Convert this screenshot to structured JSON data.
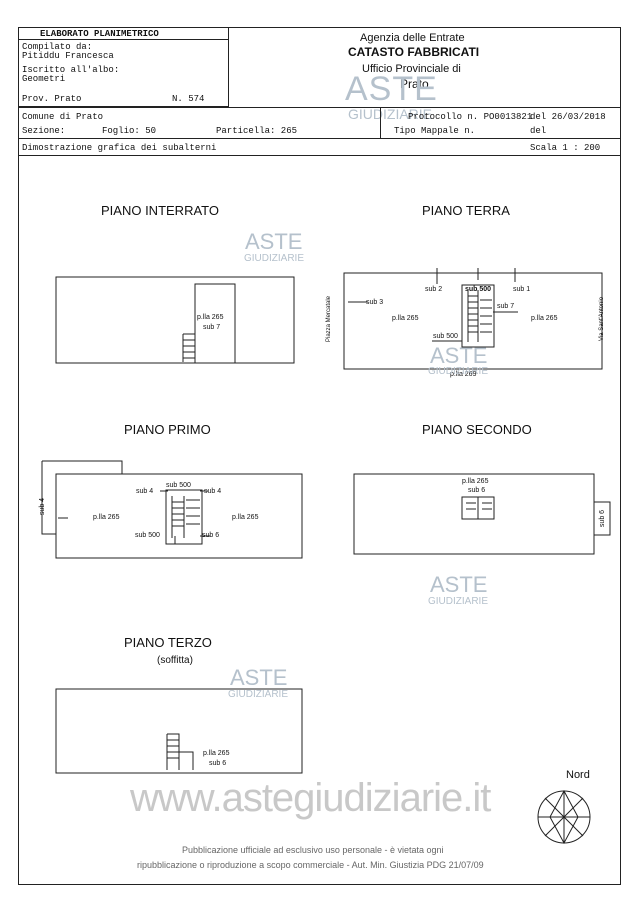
{
  "header": {
    "form_title": "ELABORATO PLANIMETRICO",
    "compiled_by_label": "Compilato da:",
    "compiled_by": "Pitiddu Francesca",
    "registered_label": "Iscritto all'albo:",
    "profession": "Geometri",
    "province": "Prov. Prato",
    "number": "N. 574",
    "agency": "Agenzia delle Entrate",
    "catasto": "CATASTO FABBRICATI",
    "office": "Ufficio Provinciale di",
    "office_city": "Prato"
  },
  "info": {
    "comune": "Comune di Prato",
    "sezione_label": "Sezione:",
    "foglio": "Foglio: 50",
    "particella": "Particella: 265",
    "protocollo": "Protocollo n. PO0013821",
    "protocollo_date": "del 26/03/2018",
    "tipo_mappale": "Tipo Mappale n.",
    "tipo_del": "del",
    "dimostrazione": "Dimostrazione grafica dei subalterni",
    "scala": "Scala 1 : 200"
  },
  "floors": {
    "interrato": {
      "title": "PIANO INTERRATO",
      "label_plla": "p.lla 265",
      "label_sub": "sub 7"
    },
    "terra": {
      "title": "PIANO TERRA",
      "sub2": "sub 2",
      "sub500_top": "sub 500",
      "sub1": "sub 1",
      "sub3": "sub 3",
      "sub7": "sub 7",
      "plla_left": "p.lla 265",
      "plla_right": "p.lla 265",
      "sub500_bottom": "sub 500",
      "plla269": "p.lla 269",
      "street_left": "Piazza Mercatale",
      "street_right": "Via Sant'Antonio"
    },
    "primo": {
      "title": "PIANO PRIMO",
      "sub4_side": "sub 4",
      "sub4_left": "sub 4",
      "sub500_top": "sub 500",
      "sub4_right": "sub 4",
      "plla_left": "p.lla 265",
      "plla_right": "p.lla 265",
      "sub500_bottom": "sub 500",
      "sub6": "sub 6"
    },
    "secondo": {
      "title": "PIANO SECONDO",
      "plla": "p.lla 265",
      "sub6": "sub 6",
      "sub6_side": "sub 6"
    },
    "terzo": {
      "title": "PIANO TERZO",
      "subtitle": "(soffitta)",
      "plla": "p.lla 265",
      "sub6": "sub 6"
    }
  },
  "north_label": "Nord",
  "watermark": {
    "aste": "ASTE",
    "giudiziarie": "GIUDIZIARIE",
    "url": "www.astegiudiziarie.it"
  },
  "footer": {
    "line1": "Pubblicazione ufficiale ad esclusivo uso personale - è vietata ogni",
    "line2": "ripubblicazione o riproduzione a scopo commerciale - Aut. Min. Giustizia PDG 21/07/09"
  }
}
